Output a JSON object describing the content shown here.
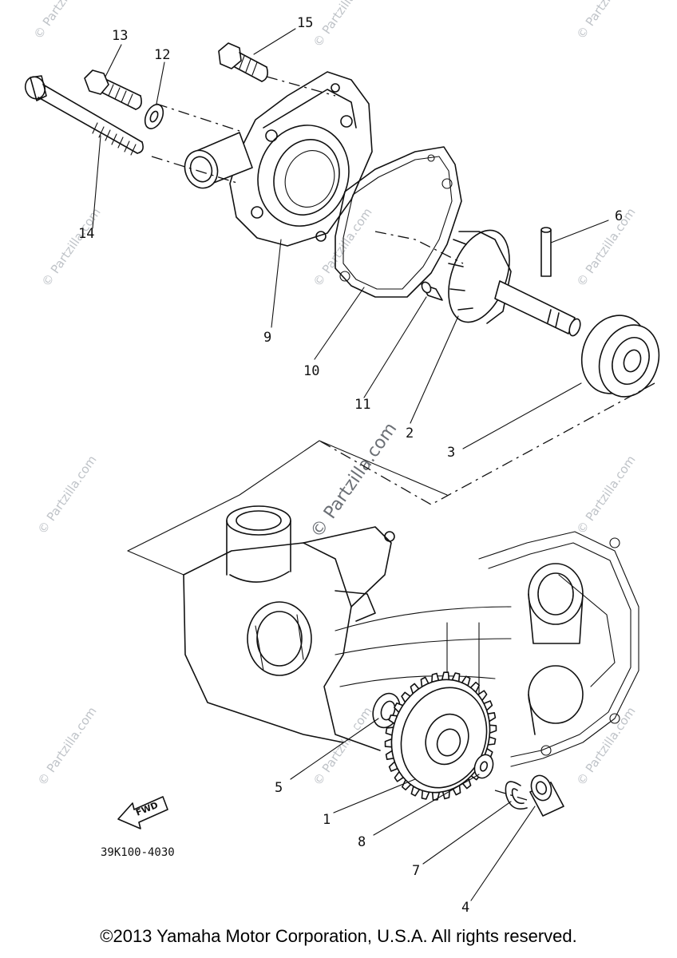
{
  "callouts": {
    "c1": "1",
    "c2": "2",
    "c3": "3",
    "c4": "4",
    "c5": "5",
    "c6": "6",
    "c7": "7",
    "c8": "8",
    "c9": "9",
    "c10": "10",
    "c11": "11",
    "c12": "12",
    "c13": "13",
    "c14": "14",
    "c15": "15"
  },
  "drawing_code": "39K100-4030",
  "fwd_label": "FWD",
  "watermark": "© Partzilla.com",
  "copyright": "©2013 Yamaha Motor Corporation, U.S.A. All rights reserved.",
  "colors": {
    "ink": "#111111",
    "watermark": "#bfc3c8",
    "background": "#ffffff"
  }
}
